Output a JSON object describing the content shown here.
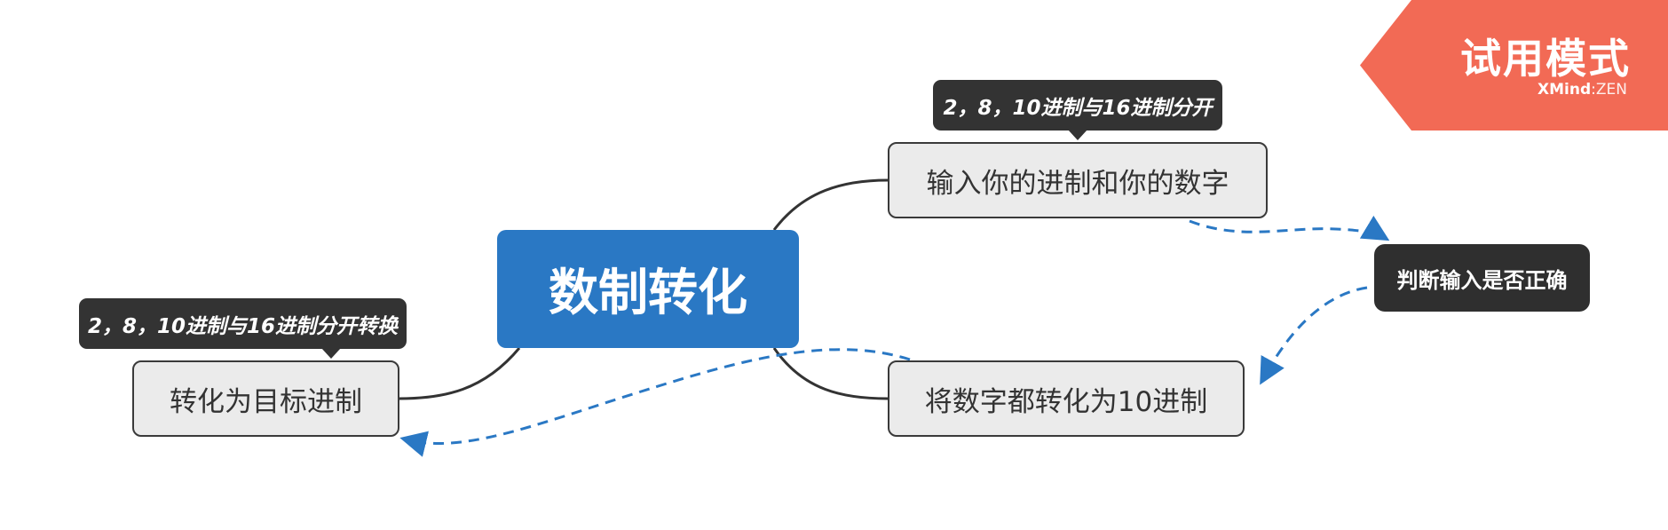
{
  "central_topic": "数制转化",
  "topics": [
    {
      "label": "输入你的进制和你的数字",
      "note": "2，8，10进制与16进制分开"
    },
    {
      "label": "将数字都转化为10进制"
    },
    {
      "label": "转化为目标进制",
      "note": "2，8，10进制与16进制分开转换"
    }
  ],
  "floating_topic": "判断输入是否正确",
  "trial_badge": {
    "title": "试用模式",
    "brand_bold": "XMind",
    "brand_sep": ":",
    "brand_light": "ZEN"
  },
  "colors": {
    "central": "#2a78c4",
    "topic_fill": "#ebebeb",
    "dark_fill": "#2f2f2f",
    "relationship": "#2a78c4",
    "badge": "#f26a55"
  },
  "icons": [
    "arrowhead-icon"
  ]
}
